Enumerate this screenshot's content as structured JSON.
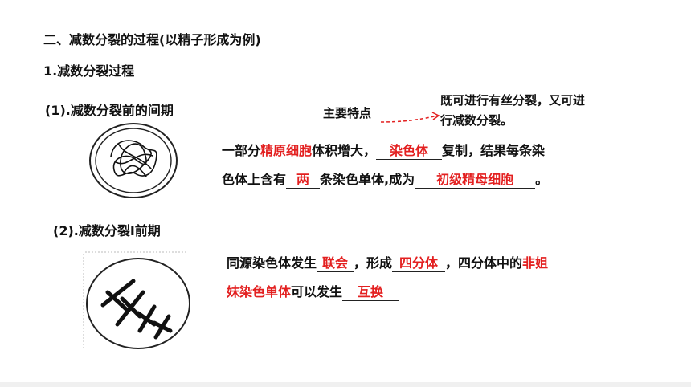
{
  "heading": "二、减数分裂的过程(以精子形成为例)",
  "subheading": "1.减数分裂过程",
  "sections": [
    {
      "title": "(1).减数分裂前的间期",
      "feature_label": "主要特点",
      "feature_note_line1": "既可进行有丝分裂，又可进",
      "feature_note_line2": "行减数分裂。",
      "l1_text1": "一部分",
      "l1_red1": "精原细胞",
      "l1_text2": "体积增大，",
      "l1_blank1": "染色体",
      "l1_text3": "复制，结果每条染",
      "l2_text1": "色体上含有",
      "l2_blank1": "两",
      "l2_text2": "条染色单体,成为",
      "l2_blank2": "初级精母细胞",
      "l2_text3": "。"
    },
    {
      "title": "(2).减数分裂Ⅰ前期",
      "l1_text1": "同源染色体发生",
      "l1_blank1": "联会",
      "l1_text2": "，形成",
      "l1_blank2": "四分体",
      "l1_text3": "，四分体中的",
      "l1_red1": "非姐",
      "l2_red1": "妹染色单体",
      "l2_text1": "可以发生",
      "l2_blank1": "互换"
    }
  ],
  "colors": {
    "accent": "#e32020",
    "text": "#111111"
  },
  "icons": [
    "interphase-cell-icon",
    "prophase-cell-icon",
    "dashed-arrow-icon"
  ]
}
